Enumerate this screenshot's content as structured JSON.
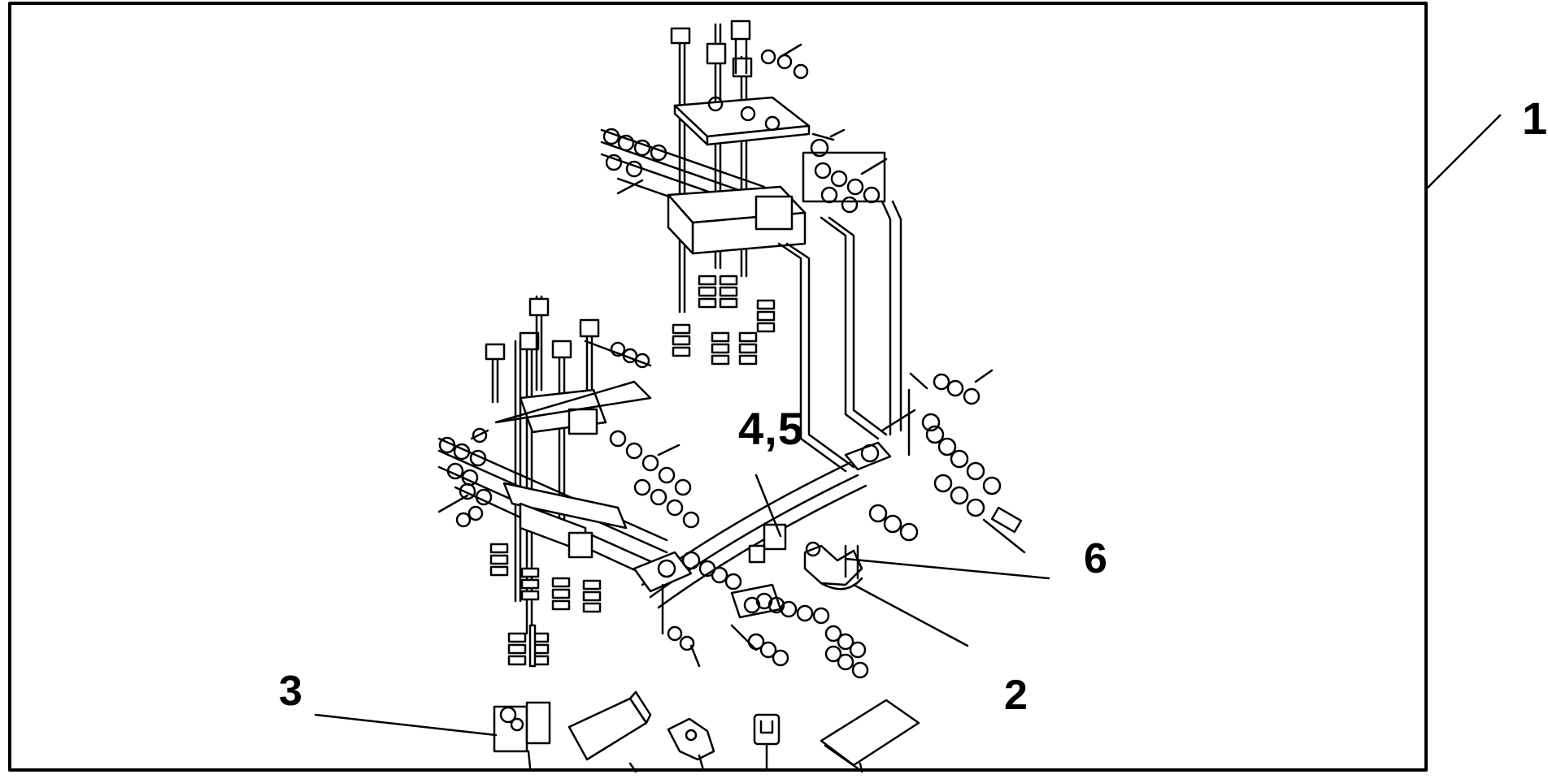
{
  "diagram": {
    "callouts": {
      "c1": "1",
      "c45": "4,5",
      "c6": "6",
      "c2": "2",
      "c3": "3"
    },
    "colors": {
      "ink": "#000000",
      "paper": "#ffffff"
    }
  }
}
